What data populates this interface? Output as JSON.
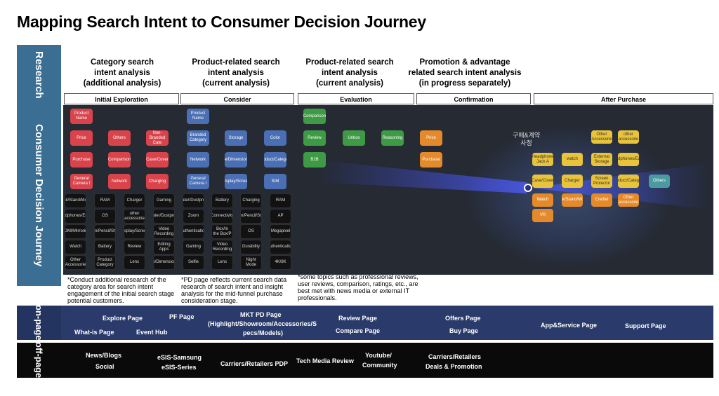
{
  "title": "Mapping Search Intent to  Consumer Decision Journey",
  "side_labels": {
    "research": "Research",
    "cdj": "Consumer Decision Journey"
  },
  "column_headers": [
    "Category search intent analysis (additional analysis)",
    "Product-related search intent analysis (current analysis)",
    "Product-related search intent analysis (current analysis)",
    "Promotion & advantage related search intent analysis (in progress separately)"
  ],
  "column_header_lines": [
    [
      "Category search",
      "intent analysis",
      "(additional analysis)"
    ],
    [
      "Product-related search",
      "intent analysis",
      "(current analysis)"
    ],
    [
      "Product-related search",
      "intent analysis",
      "(current analysis)"
    ],
    [
      "Promotion & advantage",
      "related search intent analysis",
      "(in progress separately)"
    ]
  ],
  "stages": [
    "Initial Exploration",
    "Consider",
    "Evaluation",
    "Confirmation",
    "After Purchase"
  ],
  "korean_label": "구매&계약\n사정",
  "chips": {
    "initial_colored": [
      [
        "Product Name"
      ],
      [
        "Price",
        "Others",
        "Non-Branded Cate"
      ],
      [
        "Purchase",
        "Comparison",
        "Case/Cover"
      ],
      [
        "General Camera I",
        "Network",
        "Charging"
      ]
    ],
    "initial_black": [
      [
        "Dock/Stand/Mount",
        "RAM",
        "Charger",
        "Gaming"
      ],
      [
        "Headphones/Earbu",
        "OS",
        "other accessorie",
        "Water/Dustproof"
      ],
      [
        "HDMI/Mirroring",
        "Pen/Pencil/Stylu",
        "Display/Screen",
        "Video Recording"
      ],
      [
        "Watch",
        "Battery",
        "Review",
        "Editing Apps"
      ],
      [
        "Other Accessorie",
        "Product Category",
        "Lens",
        "Size/Dimension/W"
      ]
    ],
    "consider_colored": [
      [
        "Product Name"
      ],
      [
        "Branded Category",
        "Storage",
        "Color"
      ],
      [
        "Network",
        "Size/Dimension/W",
        "Product/Category"
      ],
      [
        "General Camera I",
        "Display/Screen",
        "SIM"
      ]
    ],
    "consider_black": [
      [
        "Water/Dustproof",
        "Battery",
        "Charging",
        "RAM"
      ],
      [
        "Zoom",
        "Connectivity",
        "Pen/Pencil/Stylu",
        "AP"
      ],
      [
        "Authentication",
        "Box/In the Box/P",
        "OS",
        "Megapixel"
      ],
      [
        "Gaming",
        "Video Recording",
        "Durability",
        "authentication"
      ],
      [
        "Selfie",
        "Lens",
        "Night Mode",
        "4K/8K"
      ]
    ],
    "evaluation": [
      [
        "Comparison"
      ],
      [
        "Review",
        "Unbox",
        "Reasoning"
      ],
      [
        "B2B"
      ]
    ],
    "confirmation": [
      "Price",
      "Purchase"
    ],
    "after_purchase": [
      [
        "Other Accessorie",
        "other accessorie"
      ],
      [
        "Headphone Jack A",
        "watch",
        "External Storage",
        "Headphones/Earbu"
      ],
      [
        "Case/Cover",
        "Charger",
        "Screen Protector",
        "Product/Category",
        "Others"
      ],
      [
        "Watch",
        "Dock/Stand/Mount",
        "Crediel",
        "Other accessorie"
      ],
      [
        "VR"
      ]
    ]
  },
  "notes": {
    "n1": "*Conduct additional research of the category area for search intent engagement of the initial search stage potential customers.",
    "n2": "*PD page reflects current search data research of search intent and insight analysis for the mid-funnel purchase consideration stage.",
    "n3": "*some topics such as professional reviews, user reviews, comparison, ratings, etc., are best met with news media or external IT professionals."
  },
  "on_page": {
    "label": "on-page",
    "items": [
      "Explore Page",
      "What-is Page",
      "PF Page",
      "Event Hub",
      "MKT PD Page",
      "(Highlight/Showroom/Accessories/S",
      "pecs/Models)",
      "Review Page",
      "Compare Page",
      "Offers Page",
      "Buy Page",
      "App&Service Page",
      "Support Page"
    ]
  },
  "off_page": {
    "label": "off-page",
    "items": [
      "News/Blogs",
      "Social",
      "eSIS-Samsung",
      "eSIS-Series",
      "Carriers/Retailers PDP",
      "Tech Media Review",
      "Youtube/",
      "Community",
      "Carriers/Retailers",
      "Deals & Promotion"
    ]
  },
  "colors": {
    "research_side": "#3a6e92",
    "dark_area": "#252a33",
    "on_page_band": "#2a3a6a",
    "off_page_band": "#0a0a0a"
  }
}
